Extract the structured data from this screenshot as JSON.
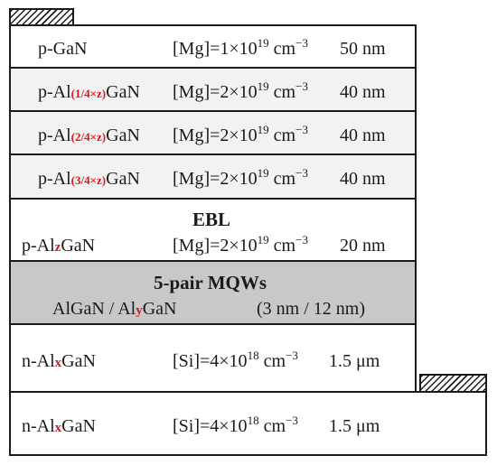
{
  "colors": {
    "white_layer": "#ffffff",
    "graded_layer": "#f2f2f2",
    "mqw_layer": "#c8c8c8",
    "accent_red": "#e0141e",
    "line": "#1a1a1a"
  },
  "layers": [
    {
      "prefix": "p-GaN",
      "sub": "",
      "suffix": "",
      "doping_prefix": "[Mg]=1×10",
      "doping_exp": "19",
      "doping_unit": " cm",
      "doping_unit_exp": "−3",
      "thickness": "50 nm"
    },
    {
      "prefix": "p-Al",
      "sub": "(1/4×z)",
      "suffix": "GaN",
      "doping_prefix": "[Mg]=2×10",
      "doping_exp": "19",
      "doping_unit": " cm",
      "doping_unit_exp": "−3",
      "thickness": "40 nm"
    },
    {
      "prefix": "p-Al",
      "sub": "(2/4×z)",
      "suffix": "GaN",
      "doping_prefix": "[Mg]=2×10",
      "doping_exp": "19",
      "doping_unit": " cm",
      "doping_unit_exp": "−3",
      "thickness": "40 nm"
    },
    {
      "prefix": "p-Al",
      "sub": "(3/4×z)",
      "suffix": "GaN",
      "doping_prefix": "[Mg]=2×10",
      "doping_exp": "19",
      "doping_unit": " cm",
      "doping_unit_exp": "−3",
      "thickness": "40 nm"
    }
  ],
  "ebl": {
    "title": "EBL",
    "prefix": "p-Al",
    "sub": "z",
    "suffix": "GaN",
    "doping_prefix": "[Mg]=2×10",
    "doping_exp": "19",
    "doping_unit": " cm",
    "doping_unit_exp": "−3",
    "thickness": "20 nm"
  },
  "mqw": {
    "title": "5-pair MQWs",
    "material_prefix": "AlGaN / Al",
    "material_sub": "y",
    "material_suffix": "GaN",
    "thickness": "(3 nm / 12 nm)"
  },
  "n_layers": [
    {
      "prefix": "n-Al",
      "sub": "x",
      "suffix": "GaN",
      "doping_prefix": "[Si]=4×10",
      "doping_exp": "18",
      "doping_unit": " cm",
      "doping_unit_exp": "−3",
      "thickness": "1.5 μm"
    },
    {
      "prefix": "n-Al",
      "sub": "x",
      "suffix": "GaN",
      "doping_prefix": "[Si]=4×10",
      "doping_exp": "18",
      "doping_unit": " cm",
      "doping_unit_exp": "−3",
      "thickness": "1.5 μm"
    }
  ]
}
